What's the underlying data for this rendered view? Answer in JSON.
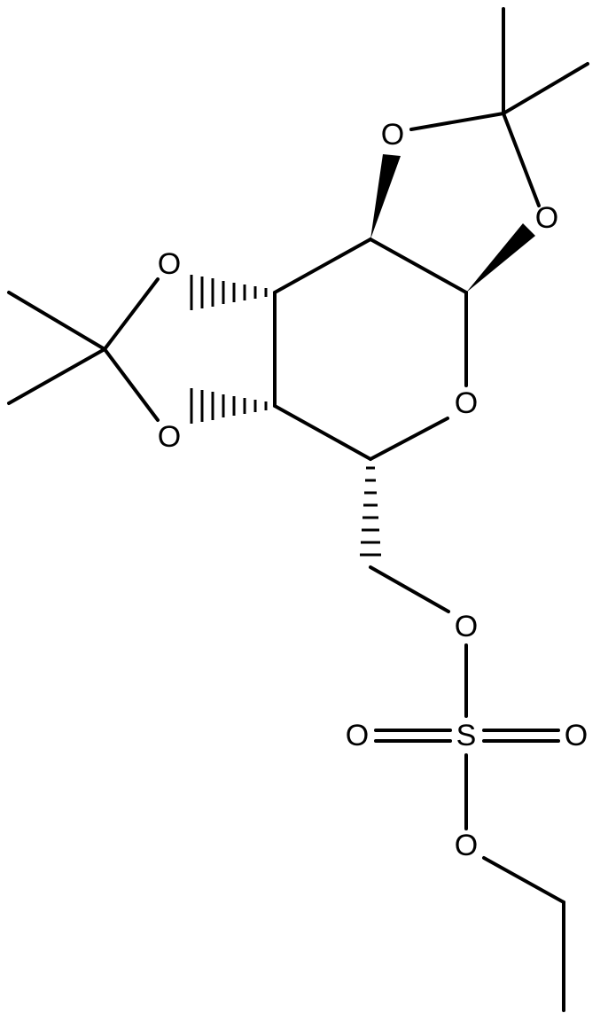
{
  "atoms": {
    "o_top": "O",
    "o_right": "O",
    "o_left_top": "O",
    "o_left_bottom": "O",
    "o_ring": "O",
    "o_ester": "O",
    "s": "S",
    "o_sulfonyl_left": "O",
    "o_sulfonyl_right": "O",
    "o_ethoxy": "O"
  },
  "colors": {
    "ink": "#000000",
    "background": "#ffffff"
  }
}
